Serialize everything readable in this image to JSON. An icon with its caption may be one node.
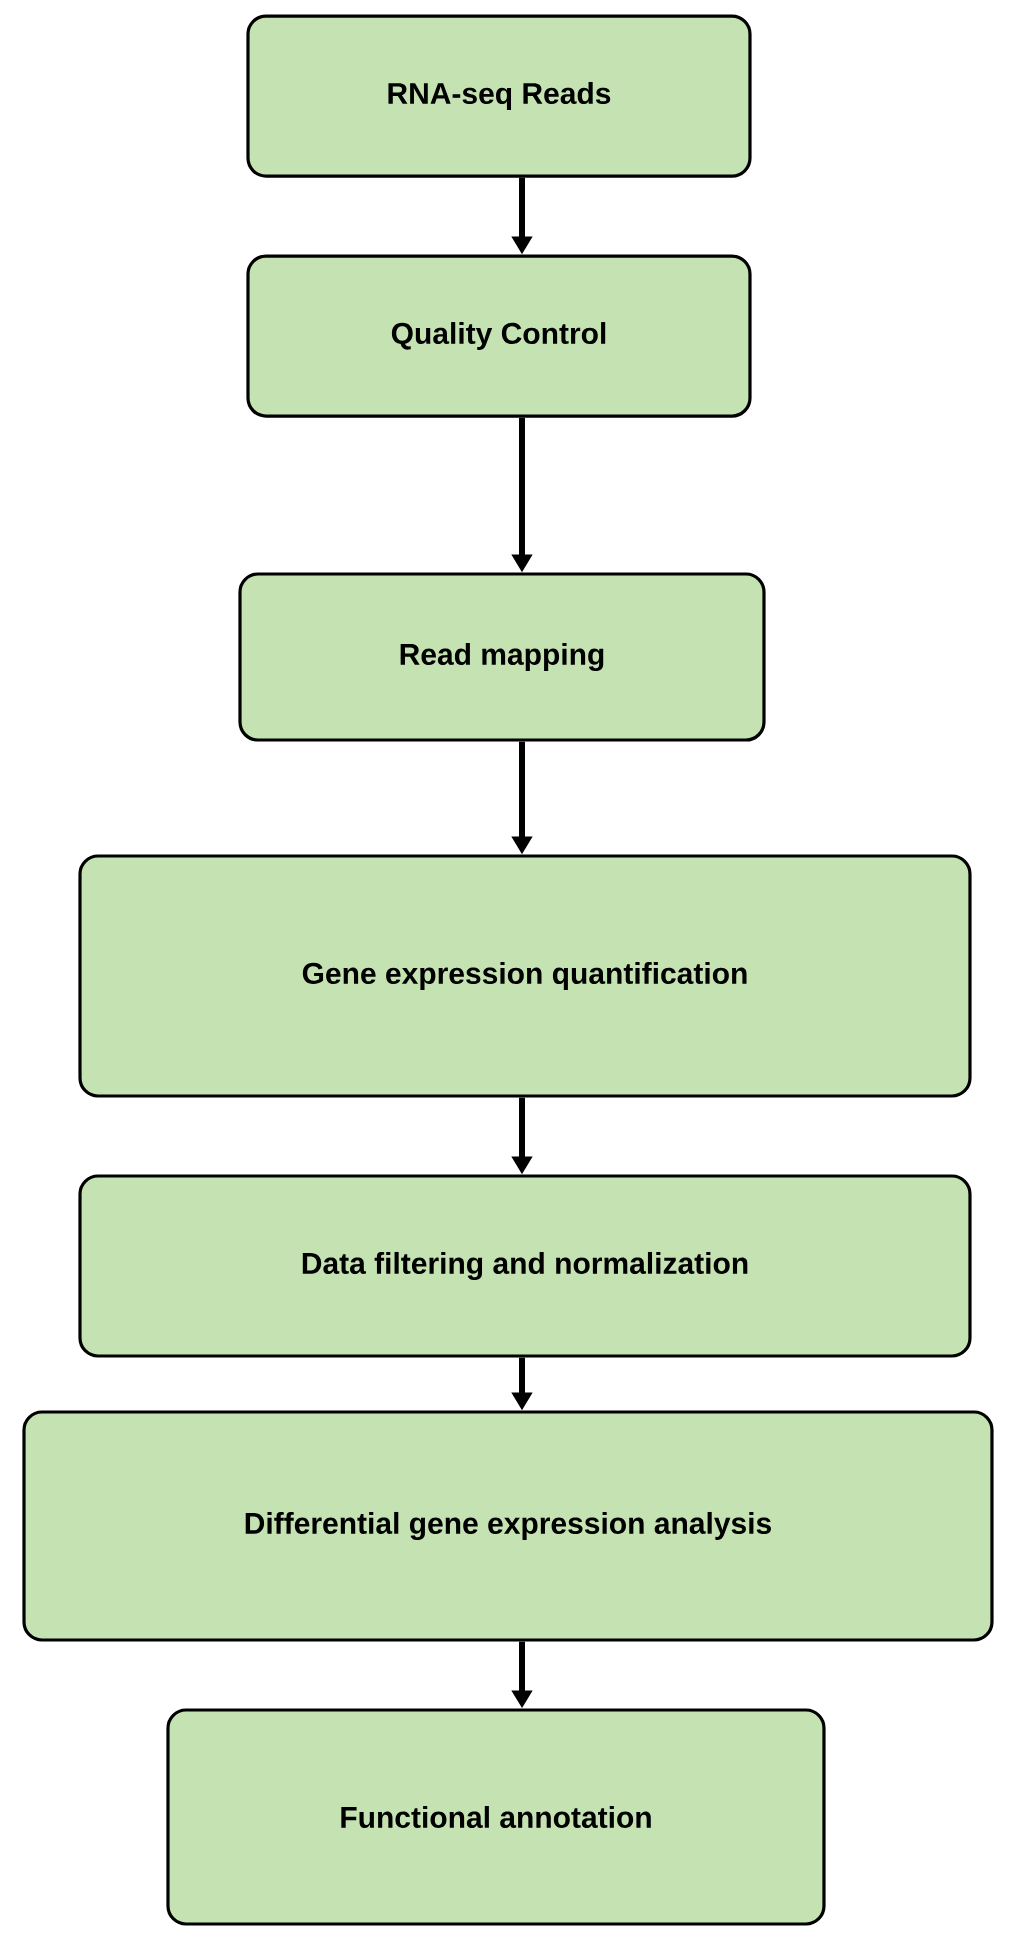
{
  "diagram": {
    "nodes": [
      {
        "text": [
          "RNA-seq Reads"
        ]
      },
      {
        "text": [
          "Quality Control"
        ]
      },
      {
        "text": [
          "Read mapping"
        ]
      },
      {
        "text": [
          "Gene expression quantification"
        ]
      },
      {
        "text": [
          "Data filtering and normalization"
        ]
      },
      {
        "text": [
          "Differential gene expression analysis"
        ]
      },
      {
        "text": [
          "Functional annotation"
        ]
      }
    ],
    "edges": [
      {
        "from": 0,
        "to": 1,
        "arrow": "to"
      },
      {
        "from": 1,
        "to": 2,
        "arrow": "to"
      },
      {
        "from": 2,
        "to": 3,
        "arrow": "to"
      },
      {
        "from": 3,
        "to": 4,
        "arrow": "to"
      },
      {
        "from": 4,
        "to": 5,
        "arrow": "to"
      },
      {
        "from": 5,
        "to": 6,
        "arrow": "to"
      }
    ]
  }
}
